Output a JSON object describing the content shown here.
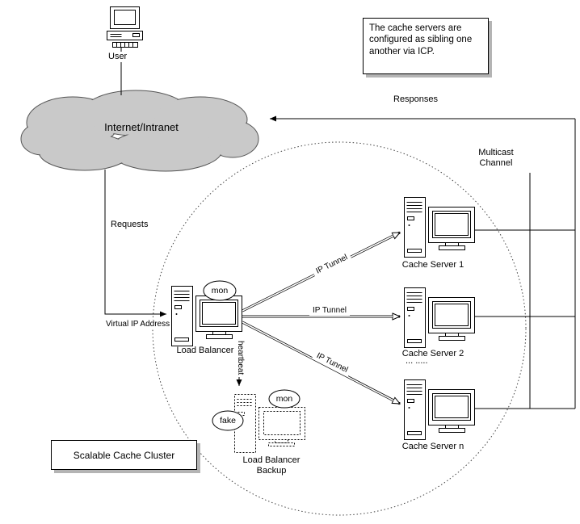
{
  "diagram": {
    "title_box": "Scalable Cache Cluster",
    "note_box": "The cache servers are configured as sibling one another via ICP.",
    "nodes": {
      "user": "User",
      "internet": "Internet/Intranet",
      "load_balancer": "Load Balancer",
      "load_balancer_backup": "Load Balancer\nBackup",
      "cache_server_1": "Cache Server 1",
      "cache_server_2": "Cache Server 2",
      "cache_server_n": "Cache Server n",
      "ellipsis": "... ....."
    },
    "bubbles": {
      "mon_lb": "mon",
      "mon_backup": "mon",
      "fake": "fake"
    },
    "edges": {
      "requests": "Requests",
      "responses": "Responses",
      "virtual_ip": "Virtual IP Address",
      "heartbeat": "heartbeat",
      "ip_tunnel_1": "IP Tunnel",
      "ip_tunnel_2": "IP Tunnel",
      "ip_tunnel_3": "IP Tunnel",
      "multicast": "Multicast\nChannel"
    },
    "colors": {
      "cloud_fill": "#c9c9c9",
      "cloud_outline": "#555555",
      "box_shadow": "#b4b4b4",
      "line": "#000000"
    }
  }
}
